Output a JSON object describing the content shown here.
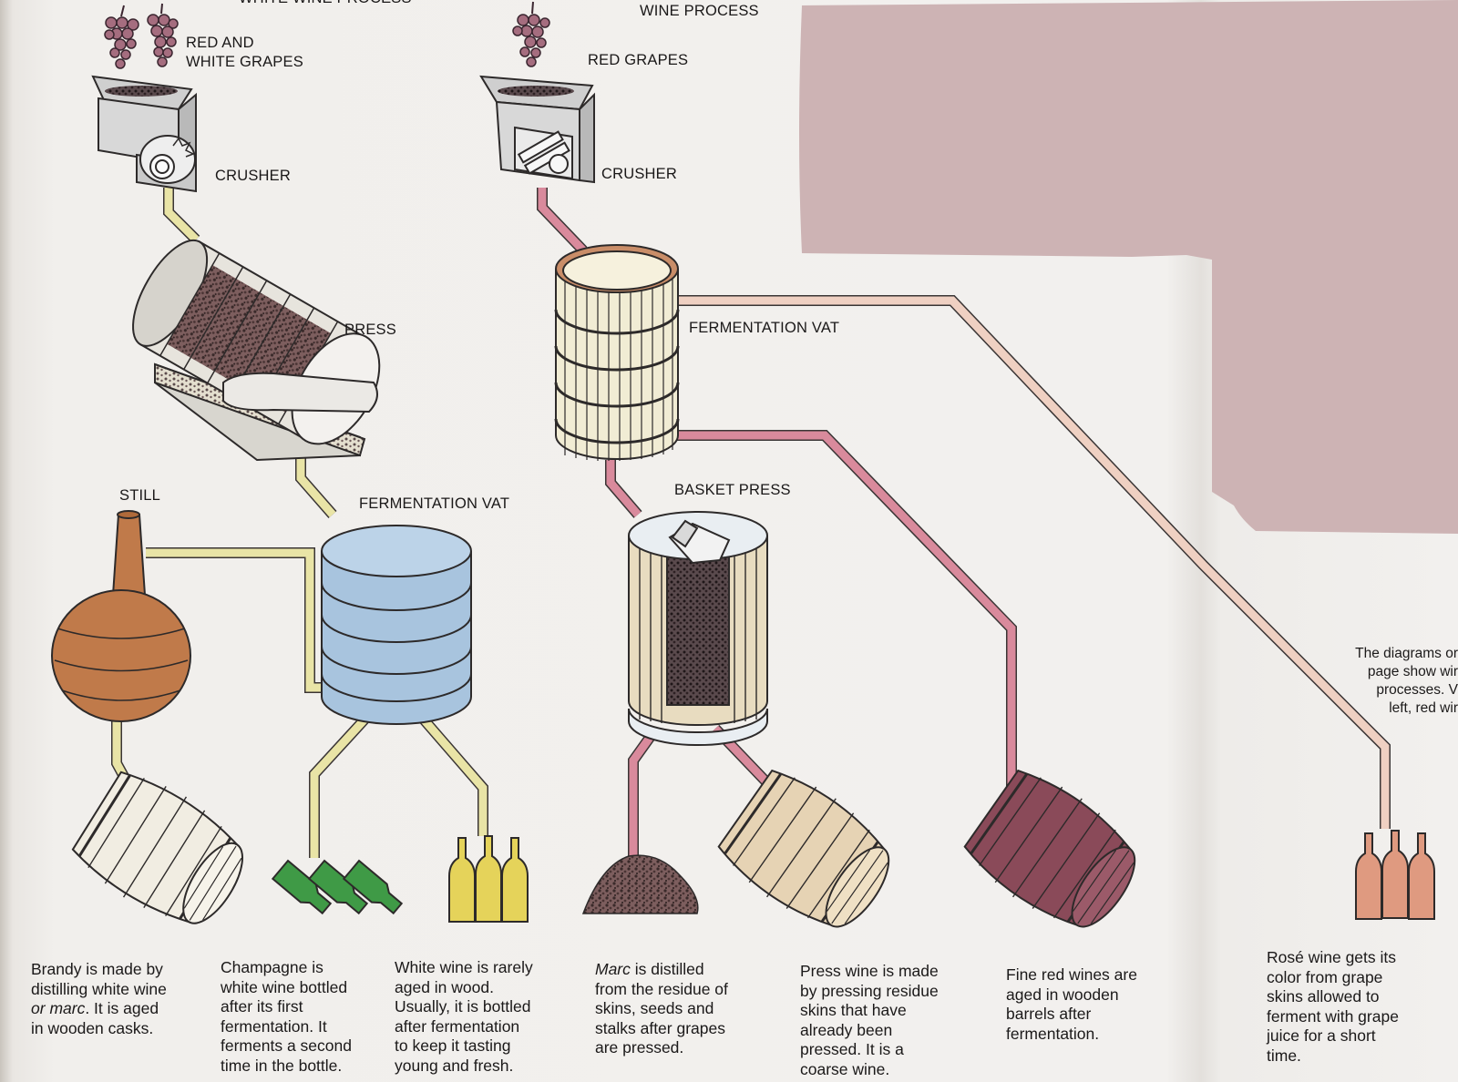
{
  "white_process": {
    "heading": "WHITE WINE PROCESS",
    "grapes_label": [
      "RED AND",
      "WHITE GRAPES"
    ],
    "crusher_label": "CRUSHER",
    "press_label": "PRESS",
    "still_label": "STILL",
    "vat_label": "FERMENTATION VAT"
  },
  "red_process": {
    "heading": "WINE PROCESS",
    "grapes_label": "RED GRAPES",
    "crusher_label": "CRUSHER",
    "vat_label": "FERMENTATION VAT",
    "basket_press_label": "BASKET PRESS"
  },
  "side_note": [
    "The diagrams or",
    "page show wir",
    "processes. V",
    "left, red wir"
  ],
  "captions": {
    "brandy": [
      "Brandy is made by",
      "distilling white wine",
      "or ",
      "marc",
      ". It is aged",
      "in wooden casks."
    ],
    "champagne": [
      "Champagne is",
      "white wine bottled",
      "after its first",
      "fermentation. It",
      "ferments a second",
      "time in the bottle."
    ],
    "white_wine": [
      "White wine is rarely",
      "aged in wood.",
      "Usually, it is bottled",
      "after fermentation",
      "to keep it tasting",
      "young and fresh."
    ],
    "marc": [
      "Marc",
      " is distilled",
      "from the residue of",
      "skins, seeds and",
      "stalks after grapes",
      "are pressed."
    ],
    "press_wine": [
      "Press wine is made",
      "by pressing residue",
      "skins that have",
      "already been",
      "pressed. It is a",
      "coarse wine."
    ],
    "fine_red": [
      "Fine red wines are",
      "aged in wooden",
      "barrels after",
      "fermentation."
    ],
    "rose": [
      "Rosé wine gets its",
      "color from grape",
      "skins allowed to",
      "ferment with grape",
      "juice for a short",
      "time."
    ]
  },
  "colors": {
    "white_pipe": "#e9e4a6",
    "red_pipe": "#d98a9c",
    "rose_pipe": "#efd0c2",
    "vat_blue": "#a8c4de",
    "still_copper": "#c07a4a",
    "pink_overlay": "#cdb3b4"
  }
}
